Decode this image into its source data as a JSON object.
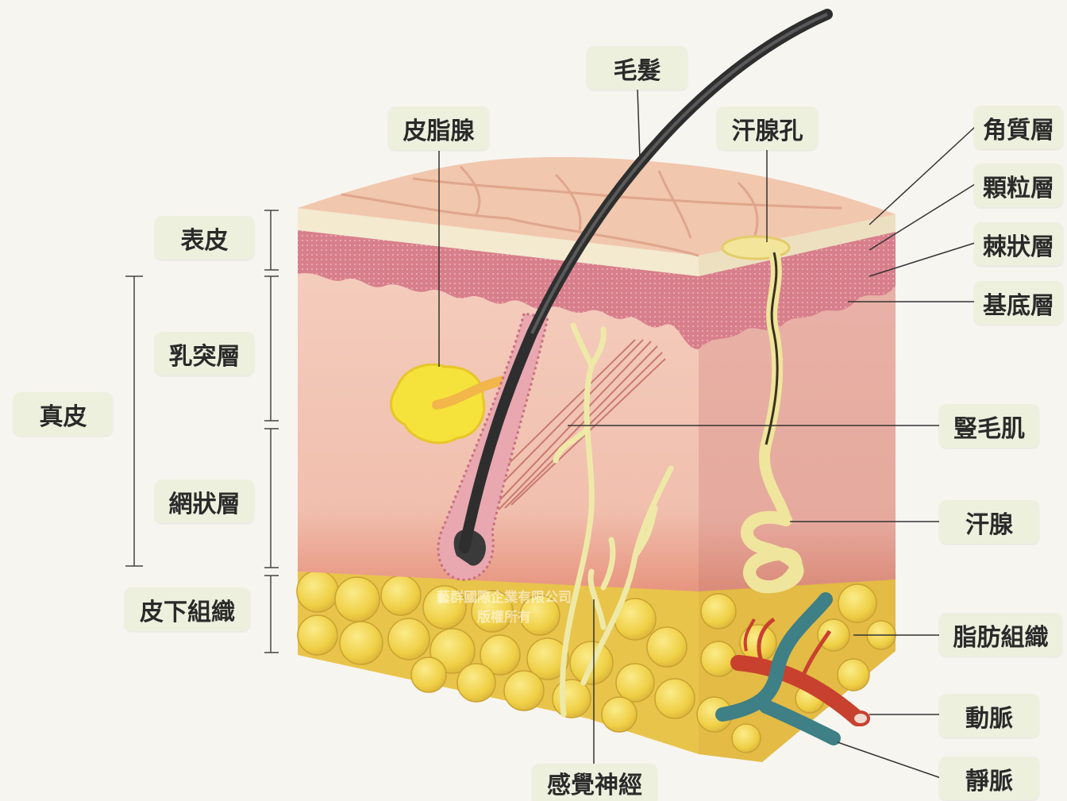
{
  "labels": {
    "hair": "毛髮",
    "sebaceous_gland": "皮脂腺",
    "sweat_pore": "汗腺孔",
    "stratum_corneum": "角質層",
    "stratum_granulosum": "顆粒層",
    "stratum_spinosum": "棘狀層",
    "stratum_basale": "基底層",
    "epidermis": "表皮",
    "papillary_layer": "乳突層",
    "dermis": "真皮",
    "reticular_layer": "網狀層",
    "subcutaneous_tissue": "皮下組織",
    "arrector_pili": "豎毛肌",
    "sweat_gland": "汗腺",
    "adipose_tissue": "脂肪組織",
    "artery": "動脈",
    "vein": "靜脈",
    "sensory_nerve": "感覺神經"
  },
  "watermark": {
    "line1": "藝群國際企業有限公司",
    "line2": "版權所有"
  },
  "colors": {
    "label_bg": "#eef0de",
    "dermis": "#f2c3b3",
    "epidermis_pink": "#d9808a",
    "stratum_corneum": "#f3ead0",
    "fat": "#f0d44c",
    "hair": "#2e2e2e",
    "artery": "#c8412f",
    "vein": "#3f7f86",
    "nerve": "#eee9a8",
    "sebaceous": "#f4e23a"
  }
}
